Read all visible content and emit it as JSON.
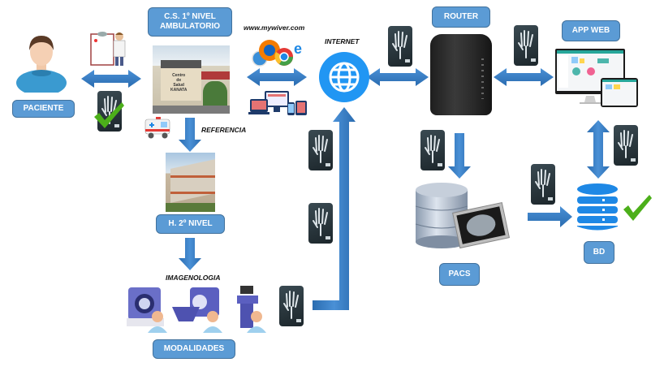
{
  "diagram": {
    "title": "Flujo de imagenes medicas",
    "nodes": {
      "patient": {
        "label": "PACIENTE"
      },
      "primary_care": {
        "label_line1": "C.S. 1º NIVEL",
        "label_line2": "AMBULATORIO",
        "building_sign_line1": "Centro",
        "building_sign_line2": "de",
        "building_sign_line3": "Salud",
        "building_sign_line4": "KANATA"
      },
      "hospital": {
        "label": "H. 2º NIVEL"
      },
      "modalities": {
        "label": "MODALIDADES"
      },
      "router": {
        "label": "ROUTER"
      },
      "app_web": {
        "label": "APP WEB"
      },
      "pacs": {
        "label": "PACS"
      },
      "database": {
        "label": "BD"
      }
    },
    "annotations": {
      "website": "www.mywiver.com",
      "internet": "INTERNET",
      "referral": "REFERENCIA",
      "imaging": "IMAGENOLOGIA"
    },
    "colors": {
      "label_fill": "#5b9bd5",
      "label_border": "#41719c",
      "arrow": "#2e75b6",
      "globe": "#2196f3",
      "check": "#4caf1a",
      "database": "#1e88e5"
    }
  }
}
